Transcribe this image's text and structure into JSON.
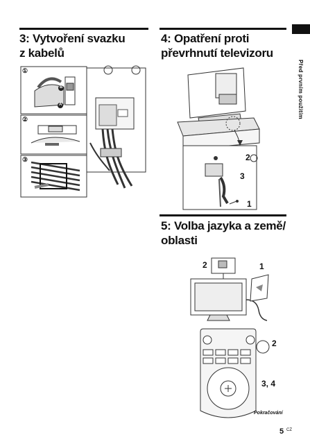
{
  "side_label": "Před prvním použitím",
  "section3": {
    "title_line1": "3: Vytvoření svazku",
    "title_line2": "z kabelů",
    "steps": [
      "①",
      "②",
      "③"
    ],
    "markers": [
      "B",
      "A"
    ]
  },
  "section4": {
    "title_line1": "4: Opatření proti",
    "title_line2": "převrhnutí televizoru",
    "callouts": [
      "2",
      "3",
      "1"
    ]
  },
  "section5": {
    "title_line1": "5: Volba jazyka a země/",
    "title_line2": "oblasti",
    "callouts": [
      "2",
      "1",
      "2",
      "3, 4"
    ]
  },
  "footer": {
    "continued": "Pokračování",
    "page_number": "5",
    "page_suffix": "CZ"
  }
}
